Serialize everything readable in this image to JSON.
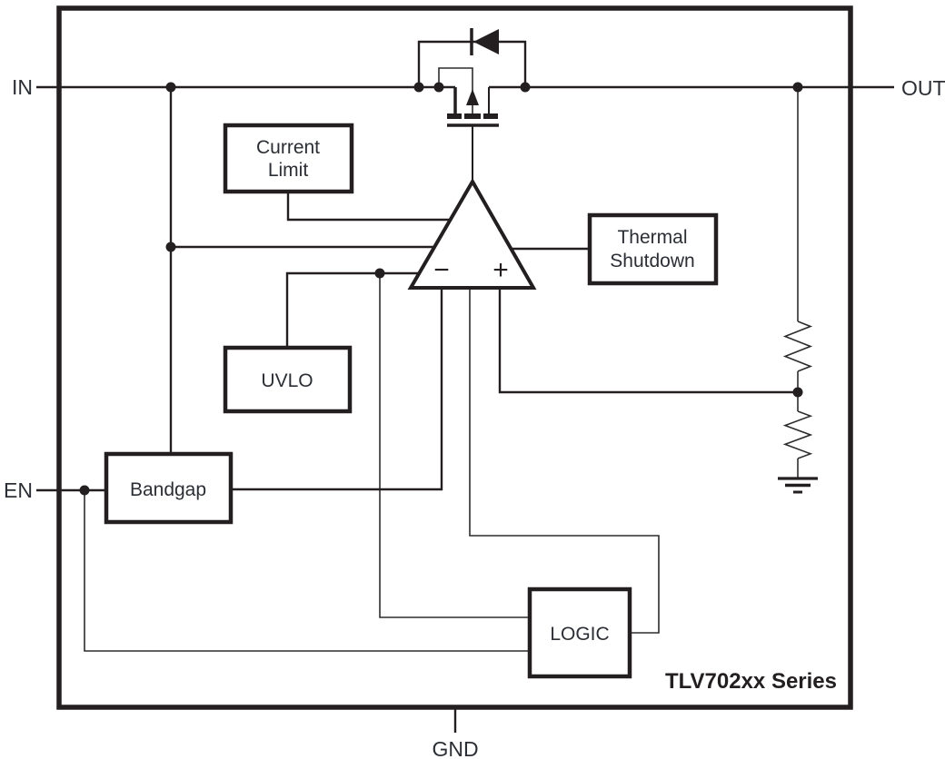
{
  "diagram": {
    "series_title": "TLV702xx Series",
    "pins": {
      "in": "IN",
      "out": "OUT",
      "en": "EN",
      "gnd": "GND"
    },
    "blocks": {
      "current_limit": {
        "line1": "Current",
        "line2": "Limit"
      },
      "thermal_shutdown": {
        "line1": "Thermal",
        "line2": "Shutdown"
      },
      "uvlo": {
        "label": "UVLO"
      },
      "bandgap": {
        "label": "Bandgap"
      },
      "logic": {
        "label": "LOGIC"
      }
    },
    "error_amp": {
      "minus": "−",
      "plus": "+"
    },
    "colors": {
      "line": "#231f20",
      "text": "#2b2e34",
      "background": "#ffffff"
    }
  }
}
